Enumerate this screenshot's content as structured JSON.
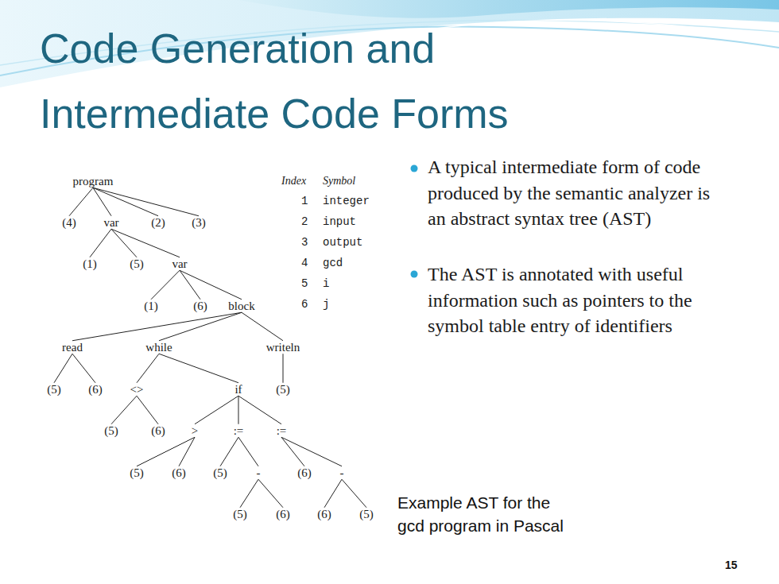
{
  "diagram": {
    "title": "Code Generation and Intermediate Code Forms",
    "caption": "Example AST for the gcd program in Pascal",
    "nodes": [
      {
        "text": [
          "program"
        ]
      },
      {
        "text": [
          "(4)"
        ]
      },
      {
        "text": [
          "var"
        ]
      },
      {
        "text": [
          "(2)"
        ]
      },
      {
        "text": [
          "(3)"
        ]
      },
      {
        "text": [
          "(1)"
        ]
      },
      {
        "text": [
          "(5)"
        ]
      },
      {
        "text": [
          "var"
        ]
      },
      {
        "text": [
          "(1)"
        ]
      },
      {
        "text": [
          "(6)"
        ]
      },
      {
        "text": [
          "block"
        ]
      },
      {
        "text": [
          "read"
        ]
      },
      {
        "text": [
          "while"
        ]
      },
      {
        "text": [
          "writeln"
        ]
      },
      {
        "text": [
          "(5)"
        ]
      },
      {
        "text": [
          "(6)"
        ]
      },
      {
        "text": [
          "<>"
        ]
      },
      {
        "text": [
          "if"
        ]
      },
      {
        "text": [
          "(5)"
        ]
      },
      {
        "text": [
          "(5)"
        ]
      },
      {
        "text": [
          "(6)"
        ]
      },
      {
        "text": [
          ">"
        ]
      },
      {
        "text": [
          ":="
        ]
      },
      {
        "text": [
          ":="
        ]
      },
      {
        "text": [
          "(5)"
        ]
      },
      {
        "text": [
          "(6)"
        ]
      },
      {
        "text": [
          "(5)"
        ]
      },
      {
        "text": [
          "-"
        ]
      },
      {
        "text": [
          "(6)"
        ]
      },
      {
        "text": [
          "-"
        ]
      },
      {
        "text": [
          "(5)"
        ]
      },
      {
        "text": [
          "(6)"
        ]
      },
      {
        "text": [
          "(6)"
        ]
      },
      {
        "text": [
          "(5)"
        ]
      }
    ],
    "edges": [
      {
        "from": 0,
        "to": 1,
        "arrow": "none"
      },
      {
        "from": 0,
        "to": 2,
        "arrow": "none"
      },
      {
        "from": 0,
        "to": 3,
        "arrow": "none"
      },
      {
        "from": 0,
        "to": 4,
        "arrow": "none"
      },
      {
        "from": 2,
        "to": 5,
        "arrow": "none"
      },
      {
        "from": 2,
        "to": 6,
        "arrow": "none"
      },
      {
        "from": 2,
        "to": 7,
        "arrow": "none"
      },
      {
        "from": 7,
        "to": 8,
        "arrow": "none"
      },
      {
        "from": 7,
        "to": 9,
        "arrow": "none"
      },
      {
        "from": 7,
        "to": 10,
        "arrow": "none"
      },
      {
        "from": 10,
        "to": 11,
        "arrow": "none"
      },
      {
        "from": 10,
        "to": 12,
        "arrow": "none"
      },
      {
        "from": 10,
        "to": 13,
        "arrow": "none"
      },
      {
        "from": 11,
        "to": 14,
        "arrow": "none"
      },
      {
        "from": 11,
        "to": 15,
        "arrow": "none"
      },
      {
        "from": 12,
        "to": 16,
        "arrow": "none"
      },
      {
        "from": 12,
        "to": 17,
        "arrow": "none"
      },
      {
        "from": 13,
        "to": 18,
        "arrow": "none"
      },
      {
        "from": 16,
        "to": 19,
        "arrow": "none"
      },
      {
        "from": 16,
        "to": 20,
        "arrow": "none"
      },
      {
        "from": 17,
        "to": 21,
        "arrow": "none"
      },
      {
        "from": 17,
        "to": 22,
        "arrow": "none"
      },
      {
        "from": 17,
        "to": 23,
        "arrow": "none"
      },
      {
        "from": 21,
        "to": 24,
        "arrow": "none"
      },
      {
        "from": 21,
        "to": 25,
        "arrow": "none"
      },
      {
        "from": 22,
        "to": 26,
        "arrow": "none"
      },
      {
        "from": 22,
        "to": 27,
        "arrow": "none"
      },
      {
        "from": 23,
        "to": 28,
        "arrow": "none"
      },
      {
        "from": 23,
        "to": 29,
        "arrow": "none"
      },
      {
        "from": 27,
        "to": 30,
        "arrow": "none"
      },
      {
        "from": 27,
        "to": 31,
        "arrow": "none"
      },
      {
        "from": 29,
        "to": 32,
        "arrow": "none"
      },
      {
        "from": 29,
        "to": 33,
        "arrow": "none"
      }
    ],
    "labels": [
      "Index",
      "Symbol",
      "1",
      "integer",
      "2",
      "input",
      "3",
      "output",
      "4",
      "gcd",
      "5",
      "i",
      "6",
      "j",
      "A typical intermediate form of code produced by the semantic analyzer is an abstract syntax tree (AST)",
      "The AST is annotated with useful information such as pointers to the symbol table entry of identifiers",
      "15"
    ]
  }
}
